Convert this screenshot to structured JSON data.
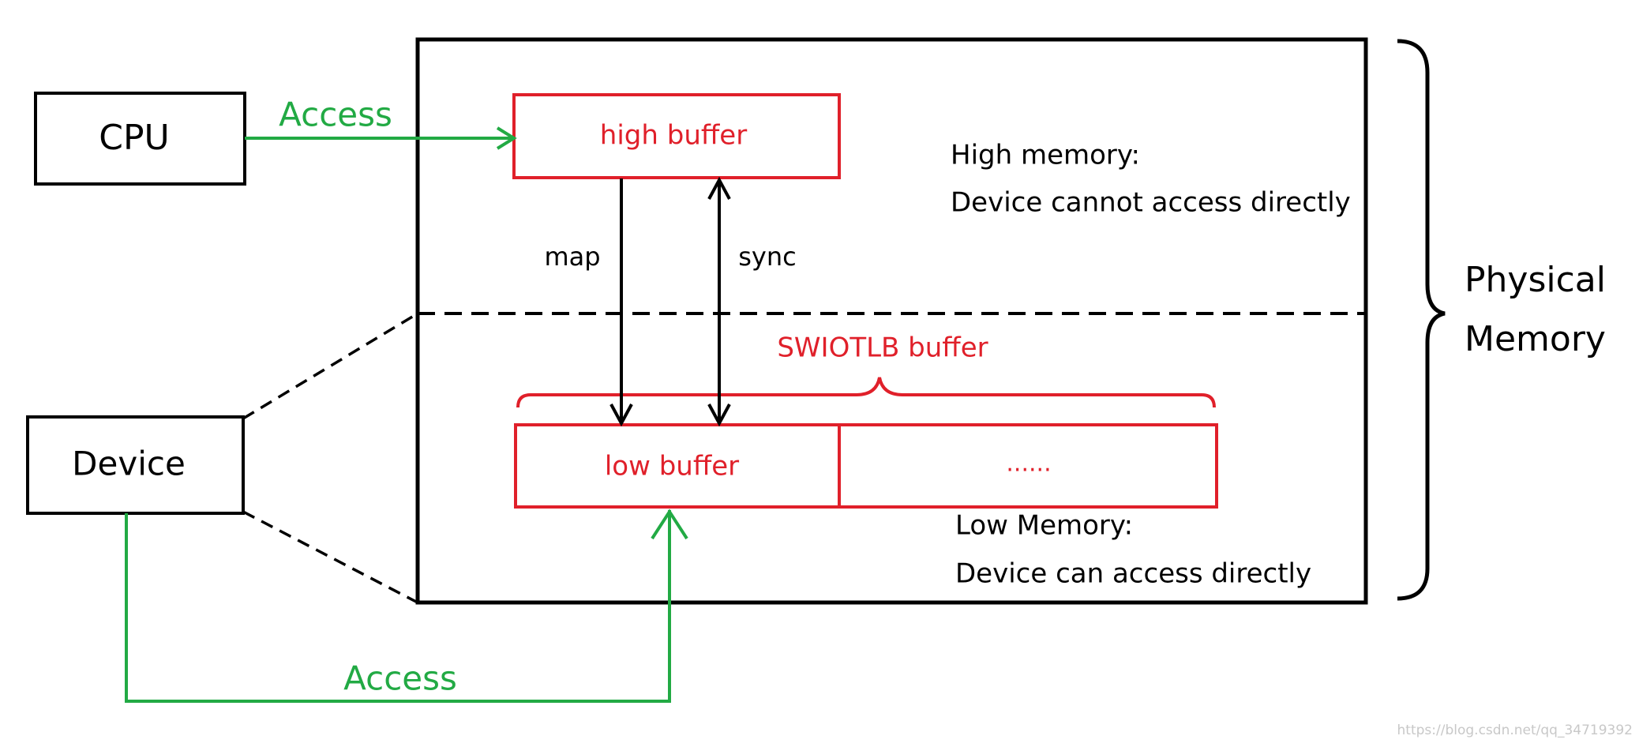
{
  "nodes": {
    "cpu": "CPU",
    "device": "Device",
    "high_buffer": "high buffer",
    "low_buffer": "low buffer",
    "ellipsis_buffer": "......"
  },
  "labels": {
    "cpu_access": "Access",
    "device_access": "Access",
    "map": "map",
    "sync": "sync",
    "swiotlb": "SWIOTLB buffer",
    "high_memory_title": "High memory:",
    "high_memory_desc": "Device cannot access directly",
    "low_memory_title": "Low Memory:",
    "low_memory_desc": "Device can access directly",
    "physical": "Physical",
    "memory": "Memory"
  },
  "watermark": "https://blog.csdn.net/qq_34719392",
  "colors": {
    "black": "#000000",
    "red": "#e0202a",
    "green": "#22aa44"
  }
}
